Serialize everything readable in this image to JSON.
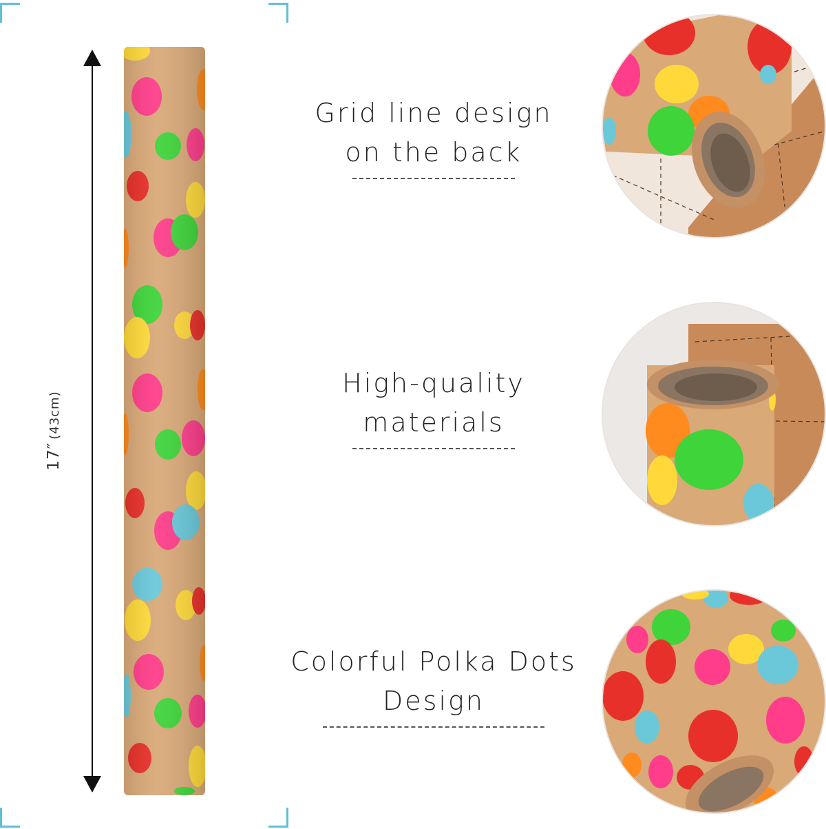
{
  "dimension": {
    "main": "17″",
    "sub": "(43cm)"
  },
  "features": [
    {
      "lines": [
        "Grid line design",
        "on the back"
      ]
    },
    {
      "lines": [
        "High-quality",
        "materials"
      ]
    },
    {
      "lines": [
        "Colorful Polka Dots",
        "Design"
      ]
    }
  ],
  "colors": {
    "kraft": "#d9a978",
    "accent_frame": "#5fbfd6",
    "dot_pink": "#ff3d8a",
    "dot_green": "#3ed43a",
    "dot_yellow": "#ffd93a",
    "dot_orange": "#ff8a1e",
    "dot_blue": "#6ac8d9",
    "dot_red": "#e8302a"
  }
}
